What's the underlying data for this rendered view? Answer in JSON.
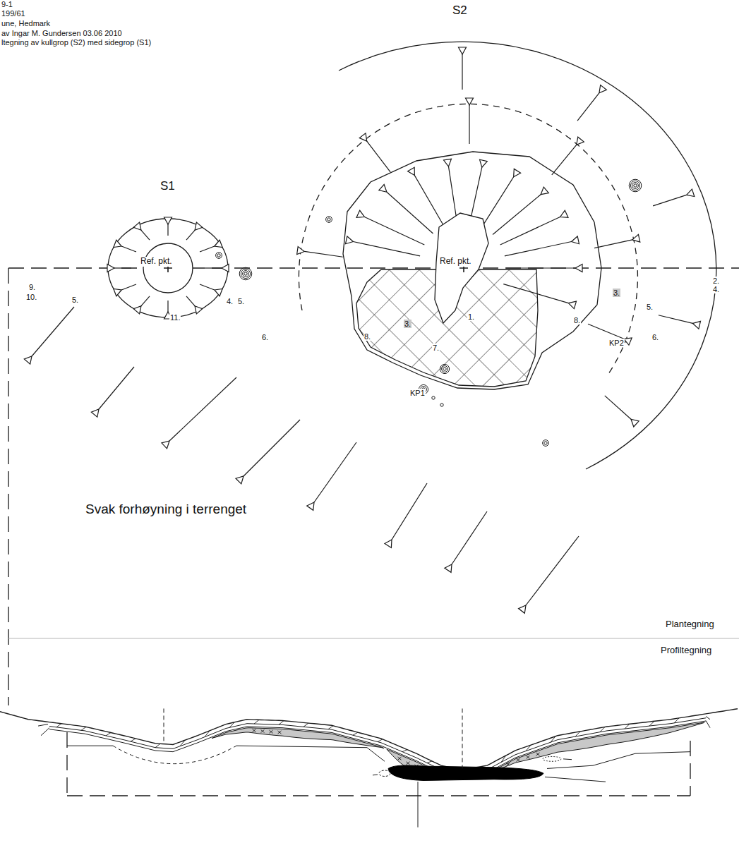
{
  "diagram": {
    "labels": [
      "9-1",
      "199/61",
      "une, Hedmark",
      "av Ingar M. Gundersen 03.06 2010",
      "ltegning av kullgrop (S2) med sidegrop (S1)",
      "S2",
      "S1",
      "Svak forhøyning i terrenget",
      "Plantegning",
      "Profiltegning",
      "Ref. pkt.",
      "Ref. pkt.",
      "9.",
      "10.",
      "5.",
      "11.",
      "4.",
      "5.",
      "6.",
      "3.",
      "1.",
      "8.",
      "7.",
      "KP1",
      "3.",
      "2.",
      "4.",
      "5.",
      "6.",
      "8.",
      "KP2"
    ]
  }
}
